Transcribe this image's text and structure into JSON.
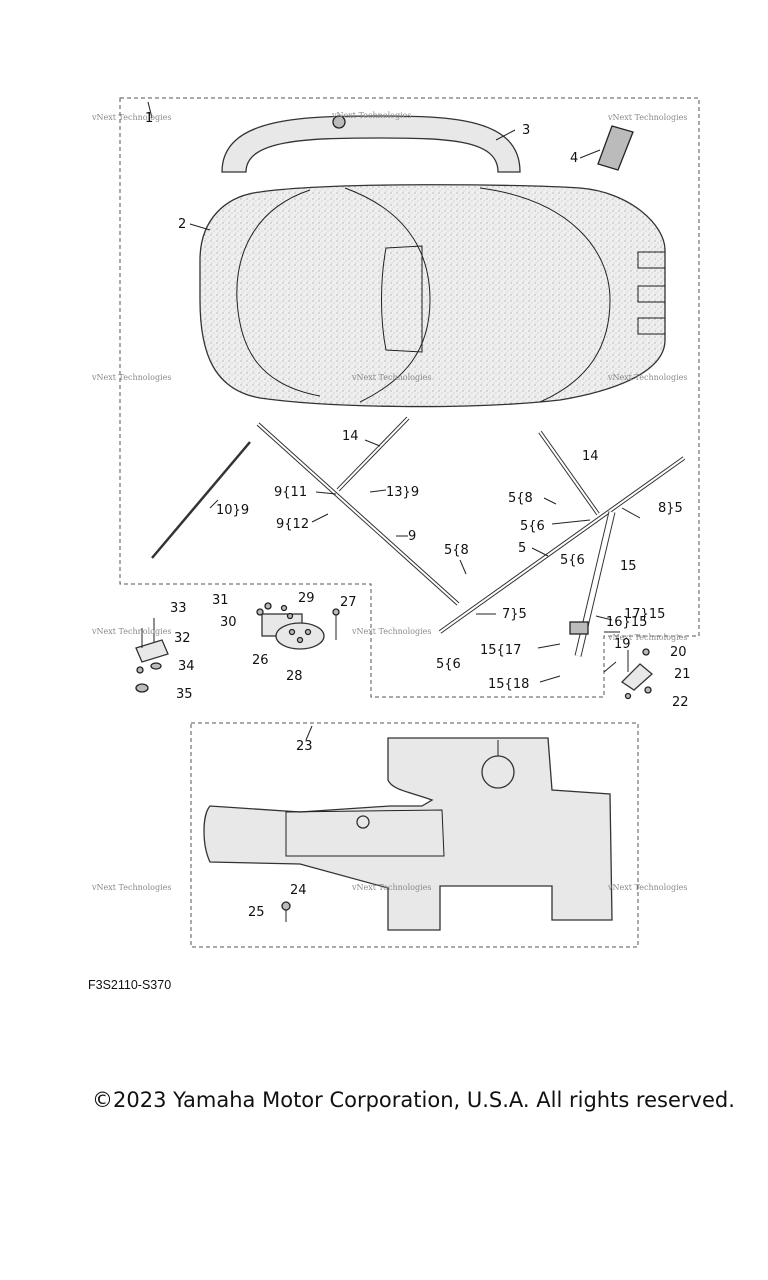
{
  "diagram_code": "F3S2110-S370",
  "copyright": "©2023 Yamaha Motor Corporation, U.S.A. All rights reserved.",
  "watermark": "vNext Technologies",
  "callouts": {
    "c1": "1",
    "c2": "2",
    "c3": "3",
    "c4": "4",
    "c10_9": "10}9",
    "c14a": "14",
    "c14b": "14",
    "c9_11": "9{11",
    "c13_9": "13}9",
    "c9_12": "9{12",
    "c9": "9",
    "c5_8a": "5{8",
    "c5_8b": "5{8",
    "c8_5": "8}5",
    "c5_6a": "5{6",
    "c5_6b": "5{6",
    "c5_6c": "5{6",
    "c5": "5",
    "c15": "15",
    "c16_15": "16}15",
    "c17_15": "17}15",
    "c7_5": "7}5",
    "c15_17": "15{17",
    "c15_18": "15{18",
    "c31": "31",
    "c29": "29",
    "c27": "27",
    "c30": "30",
    "c26": "26",
    "c28": "28",
    "c33": "33",
    "c32": "32",
    "c34": "34",
    "c35": "35",
    "c19": "19",
    "c20": "20",
    "c21": "21",
    "c22": "22",
    "c23": "23",
    "c24": "24",
    "c25": "25"
  }
}
